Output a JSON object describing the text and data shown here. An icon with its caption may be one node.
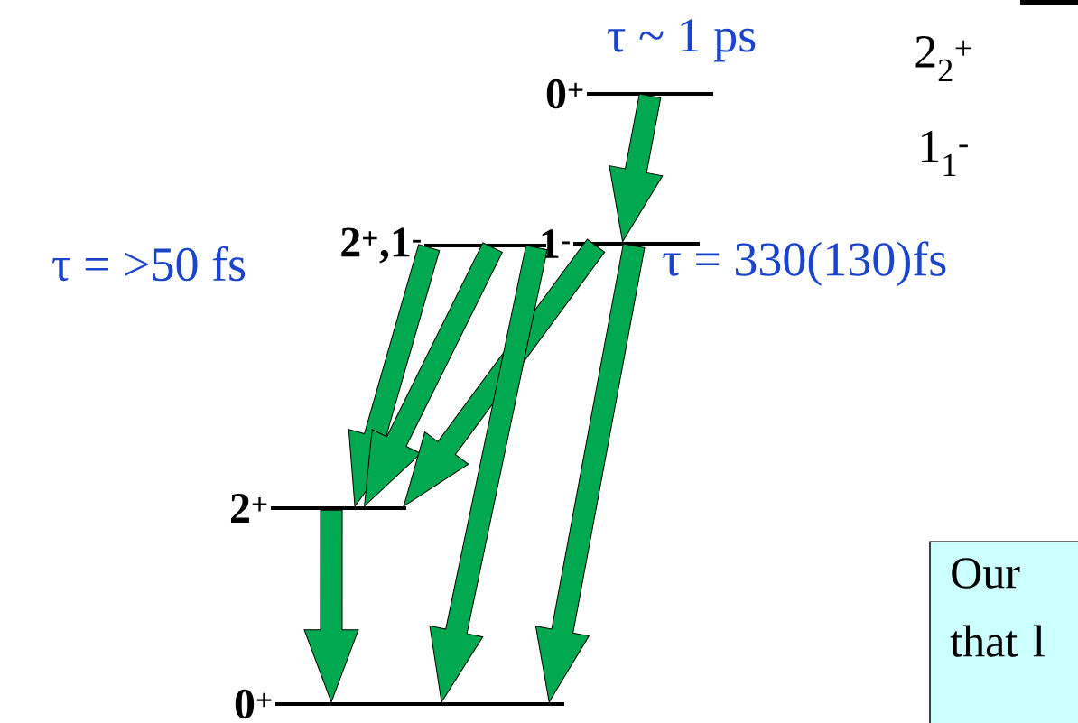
{
  "diagram": {
    "nodes": [
      {
        "text": [
          "0$^{+}$"
        ],
        "beside": [
          "τ ~ 1 ps"
        ]
      },
      {
        "text": [
          "2$^{+}$,1$^{-}$"
        ],
        "beside": [
          "τ = >50 fs"
        ]
      },
      {
        "text": [
          "1$^{-}$"
        ],
        "beside": [
          "τ = 330(130)fs"
        ]
      },
      {
        "text": [
          "2$^{+}$"
        ]
      },
      {
        "text": [
          "0$^{+}$"
        ]
      },
      {
        "text": [
          "Our that l"
        ]
      }
    ],
    "edges": [
      {
        "from": 0,
        "to": 2,
        "arrow": "to"
      },
      {
        "from": 1,
        "to": 3,
        "arrow": "to"
      },
      {
        "from": 1,
        "to": 3,
        "arrow": "to"
      },
      {
        "from": 2,
        "to": 3,
        "arrow": "to"
      },
      {
        "from": 1,
        "to": 4,
        "arrow": "to"
      },
      {
        "from": 2,
        "to": 4,
        "arrow": "to"
      },
      {
        "from": 3,
        "to": 4,
        "arrow": "to"
      }
    ],
    "labels": [
      "2$_{2}$$^{+}$",
      "1$_{1}$$^{-}$"
    ]
  }
}
